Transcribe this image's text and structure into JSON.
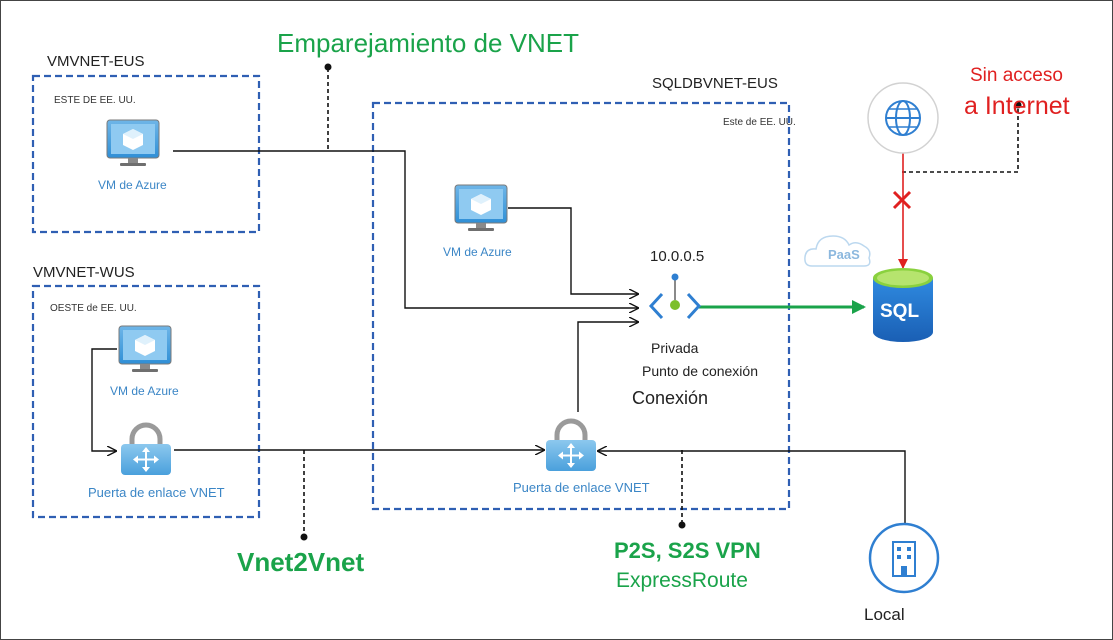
{
  "title": "Emparejamiento de VNET",
  "colors": {
    "accent_green": "#1aa34a",
    "warning_red": "#e02020",
    "box_blue": "#2f5fb3",
    "icon_blue": "#3b86c6"
  },
  "vnets": {
    "eus": {
      "name": "VMVNET-EUS",
      "region": "ESTE DE EE. UU.",
      "vm_label": "VM de Azure"
    },
    "wus": {
      "name": "VMVNET-WUS",
      "region": "OESTE de EE. UU.",
      "vm_label": "VM de Azure",
      "gateway_label": "Puerta de enlace VNET"
    },
    "sqldb": {
      "name": "SQLDBVNET-EUS",
      "region": "Este de EE. UU.",
      "vm_label": "VM de Azure",
      "gateway_label": "Puerta de enlace VNET"
    }
  },
  "private_endpoint": {
    "ip": "10.0.0.5",
    "line1": "Privada",
    "line2": "Punto de conexión",
    "line3": "Conexión"
  },
  "sql": {
    "label": "SQL",
    "cloud_label": "PaaS"
  },
  "internet": {
    "line1": "Sin acceso",
    "line2": "a Internet",
    "icon": "globe-icon"
  },
  "links": {
    "vnet2vnet": "Vnet2Vnet",
    "p2s": "P2S, S2S VPN",
    "expressroute": "ExpressRoute"
  },
  "onprem": {
    "label": "Local",
    "icon": "building-icon"
  }
}
